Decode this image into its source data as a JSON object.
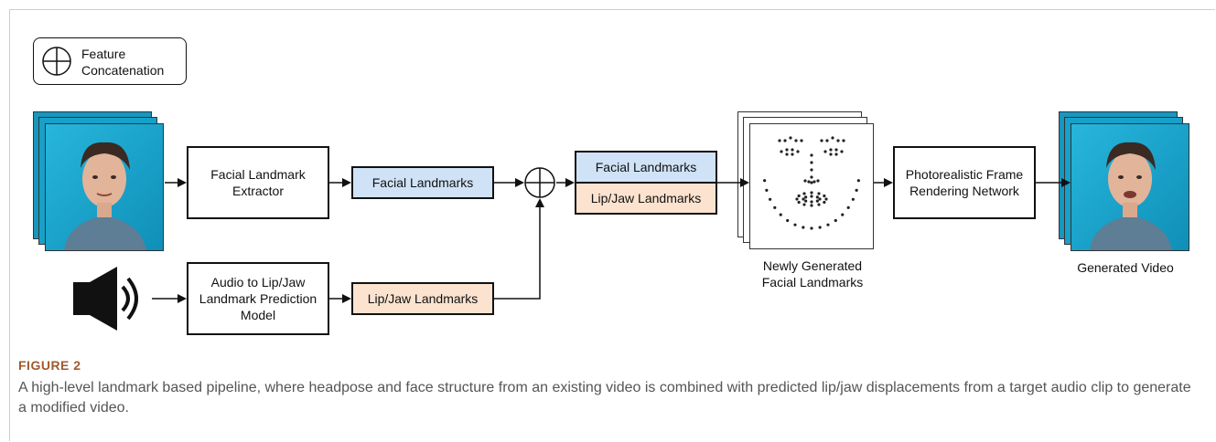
{
  "legend": {
    "label": "Feature\nConcatenation",
    "icon": "circle-plus-icon"
  },
  "blocks": {
    "facial_landmark_extractor": "Facial Landmark\nExtractor",
    "audio_model": "Audio to Lip/Jaw\nLandmark Prediction\nModel",
    "facial_landmarks": "Facial Landmarks",
    "lipjaw_landmarks": "Lip/Jaw Landmarks",
    "concat_facial": "Facial Landmarks",
    "concat_lipjaw": "Lip/Jaw Landmarks",
    "renderer": "Photorealistic Frame\nRendering Network"
  },
  "labels": {
    "new_landmarks": "Newly Generated\nFacial Landmarks",
    "generated_video": "Generated Video"
  },
  "icons": {
    "speaker": "speaker-icon",
    "concat_node": "circle-plus-icon"
  },
  "colors": {
    "blue": "#cfe2f6",
    "peach": "#fbe3cf",
    "photo_bg": "#1ba9cf",
    "caption_label": "#a05a2c"
  },
  "figure": {
    "label": "FIGURE 2",
    "caption": "A high-level landmark based pipeline, where headpose and face structure from an existing video is combined with predicted lip/jaw displacements from a target audio clip to generate a modified video."
  }
}
